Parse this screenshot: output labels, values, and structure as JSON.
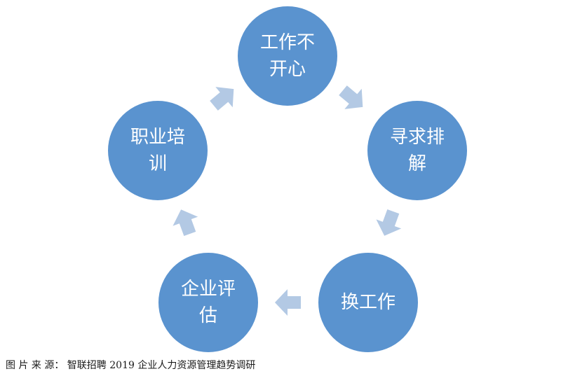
{
  "diagram": {
    "type": "cycle",
    "colors": {
      "node_fill": "#5a93cf",
      "node_stroke": "#ffffff",
      "arrow_fill": "#b3c9e4",
      "node_text": "#ffffff"
    },
    "nodes": [
      {
        "lines": [
          "工作不",
          "开心"
        ]
      },
      {
        "lines": [
          "寻求排",
          "解"
        ]
      },
      {
        "lines": [
          "换工作"
        ]
      },
      {
        "lines": [
          "企业评",
          "估"
        ]
      },
      {
        "lines": [
          "职业培",
          "训"
        ]
      }
    ]
  },
  "caption": "图 片 来 源： 智联招聘 2019 企业人力资源管理趋势调研"
}
